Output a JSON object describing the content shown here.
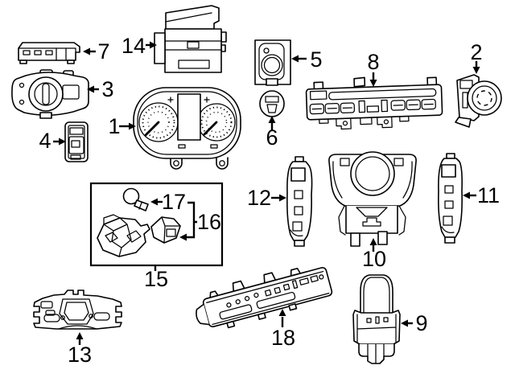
{
  "diagram": {
    "background": "#ffffff",
    "line_color": "#000000",
    "callouts": [
      {
        "label": "1",
        "part": "instrument-cluster"
      },
      {
        "label": "2",
        "part": "rotary-headlamp-switch"
      },
      {
        "label": "3",
        "part": "headlamp-switch-unit"
      },
      {
        "label": "4",
        "part": "small-push-switch"
      },
      {
        "label": "5",
        "part": "switch-bracket"
      },
      {
        "label": "6",
        "part": "round-push-button"
      },
      {
        "label": "7",
        "part": "multi-switch-strip"
      },
      {
        "label": "8",
        "part": "climate-control-panel"
      },
      {
        "label": "9",
        "part": "console-controller"
      },
      {
        "label": "10",
        "part": "center-console-switch-panel"
      },
      {
        "label": "11",
        "part": "right-switch-bank"
      },
      {
        "label": "12",
        "part": "left-switch-bank"
      },
      {
        "label": "13",
        "part": "mounting-bracket"
      },
      {
        "label": "14",
        "part": "display-module"
      },
      {
        "label": "15",
        "part": "lamp-service-kit"
      },
      {
        "label": "16",
        "part": "bulb-socket"
      },
      {
        "label": "17",
        "part": "bulb"
      },
      {
        "label": "18",
        "part": "lower-switch-strip"
      }
    ]
  }
}
